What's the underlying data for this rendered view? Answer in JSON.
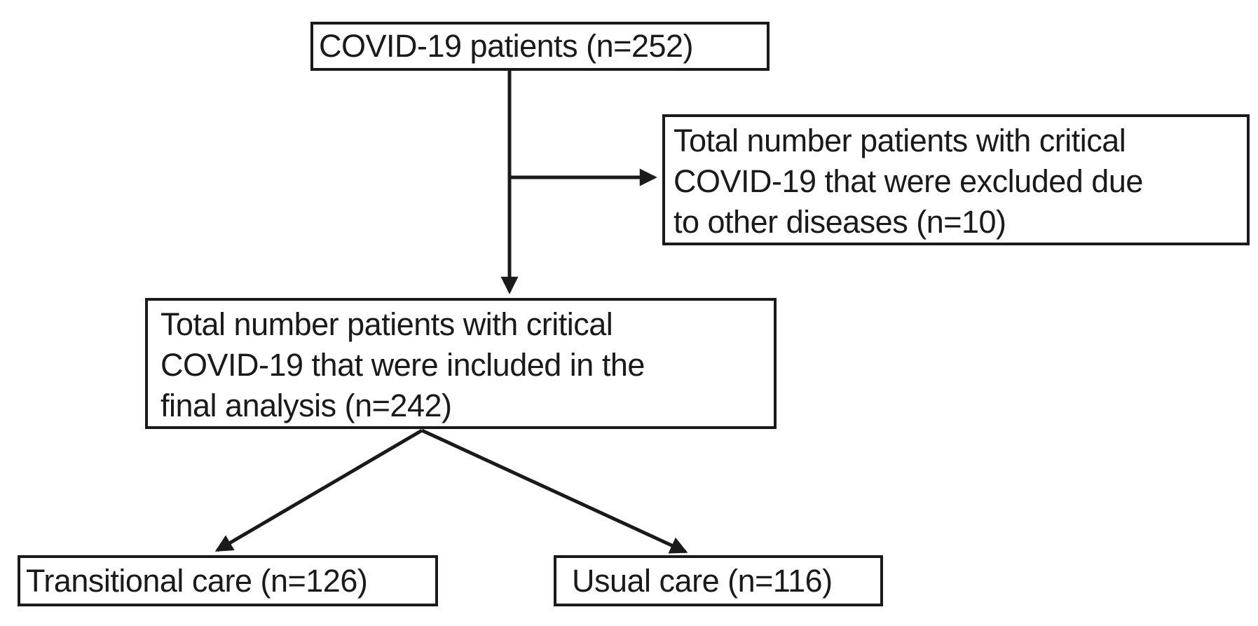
{
  "colors": {
    "background": "#ffffff",
    "line": "#1a1a1a",
    "text": "#1a1a1a"
  },
  "nodes": {
    "enrolled": {
      "lines": [
        "COVID-19 patients (n=252)"
      ]
    },
    "excluded": {
      "lines": [
        "Total number patients with critical",
        "COVID-19 that were excluded due",
        "to other diseases (n=10)"
      ]
    },
    "included": {
      "lines": [
        "Total number patients with critical",
        "COVID-19 that were included in the",
        "final analysis (n=242)"
      ]
    },
    "transitional": {
      "lines": [
        "Transitional care (n=126)"
      ]
    },
    "usual": {
      "lines": [
        "Usual care (n=116)"
      ]
    }
  },
  "edges": [
    {
      "from": "enrolled",
      "to": "included"
    },
    {
      "from": "enrolled",
      "to": "excluded"
    },
    {
      "from": "included",
      "to": "transitional"
    },
    {
      "from": "included",
      "to": "usual"
    }
  ]
}
